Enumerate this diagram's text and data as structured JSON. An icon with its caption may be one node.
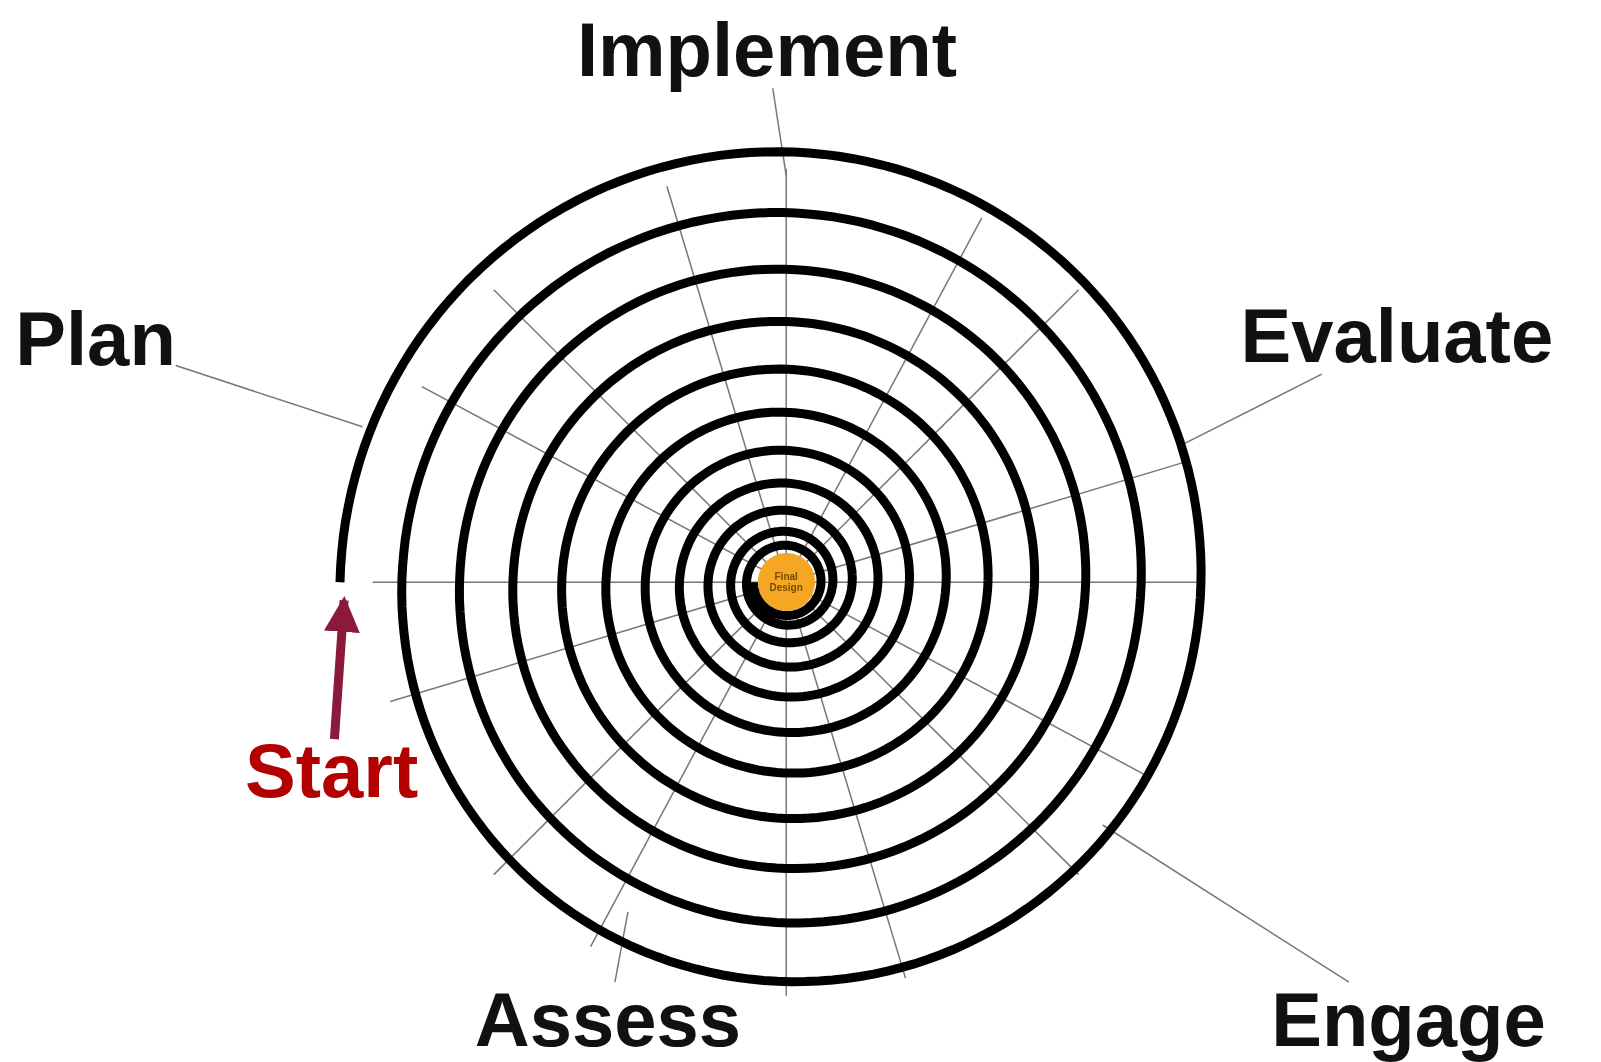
{
  "diagram": {
    "nodes": [
      {
        "text": [],
        "shape": "picture"
      },
      {
        "text": [
          "Final Design"
        ],
        "in": 0
      },
      {
        "text": [
          "Implement"
        ]
      },
      {
        "text": [
          "Plan"
        ]
      },
      {
        "text": [
          "Evaluate"
        ]
      },
      {
        "text": [
          "Start"
        ]
      },
      {
        "text": [
          "Assess"
        ]
      },
      {
        "text": [
          "Engage"
        ]
      }
    ],
    "edges": [
      {
        "from": 2,
        "to": 0,
        "arrow": "none"
      },
      {
        "from": 3,
        "to": 0,
        "arrow": "none"
      },
      {
        "from": 4,
        "to": 0,
        "arrow": "none"
      },
      {
        "from": 5,
        "to": 0,
        "arrow": "to",
        "style": "thick",
        "color": "#8b1a3a"
      },
      {
        "from": 6,
        "to": 0,
        "arrow": "none"
      },
      {
        "from": 7,
        "to": 0,
        "arrow": "none"
      }
    ]
  }
}
